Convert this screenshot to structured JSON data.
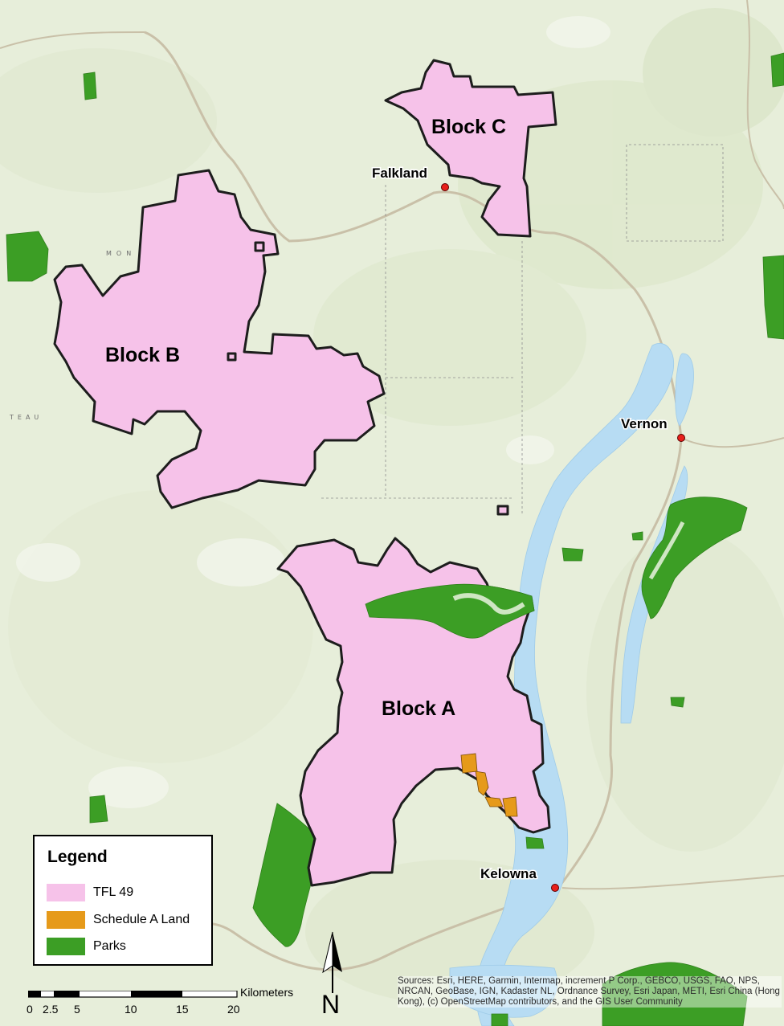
{
  "map": {
    "blocks": [
      {
        "id": "A",
        "label": "Block A"
      },
      {
        "id": "B",
        "label": "Block B"
      },
      {
        "id": "C",
        "label": "Block C"
      }
    ],
    "cities": [
      {
        "name": "Falkland"
      },
      {
        "name": "Vernon"
      },
      {
        "name": "Kelowna"
      }
    ],
    "faint_labels": [
      "MON",
      "TEAU"
    ]
  },
  "legend": {
    "title": "Legend",
    "items": [
      {
        "label": "TFL 49",
        "color": "#f6c2e9"
      },
      {
        "label": "Schedule A Land",
        "color": "#e69a1a"
      },
      {
        "label": "Parks",
        "color": "#3c9e25"
      }
    ]
  },
  "scale_bar": {
    "unit": "Kilometers",
    "ticks": [
      "0",
      "2.5",
      "5",
      "10",
      "15",
      "20"
    ]
  },
  "north_arrow": {
    "letter": "N"
  },
  "attribution": "Sources: Esri, HERE, Garmin, Intermap, increment P Corp., GEBCO, USGS, FAO, NPS, NRCAN, GeoBase, IGN, Kadaster NL, Ordnance Survey, Esri Japan, METI, Esri China (Hong Kong), (c) OpenStreetMap contributors, and the GIS User Community",
  "colors": {
    "basemap": "#e9efdc",
    "water": "#b7dcf3",
    "tfl49": "#f6c2e9",
    "schedule_a": "#e69a1a",
    "parks": "#3c9e25",
    "city_dot": "#e8201b"
  }
}
